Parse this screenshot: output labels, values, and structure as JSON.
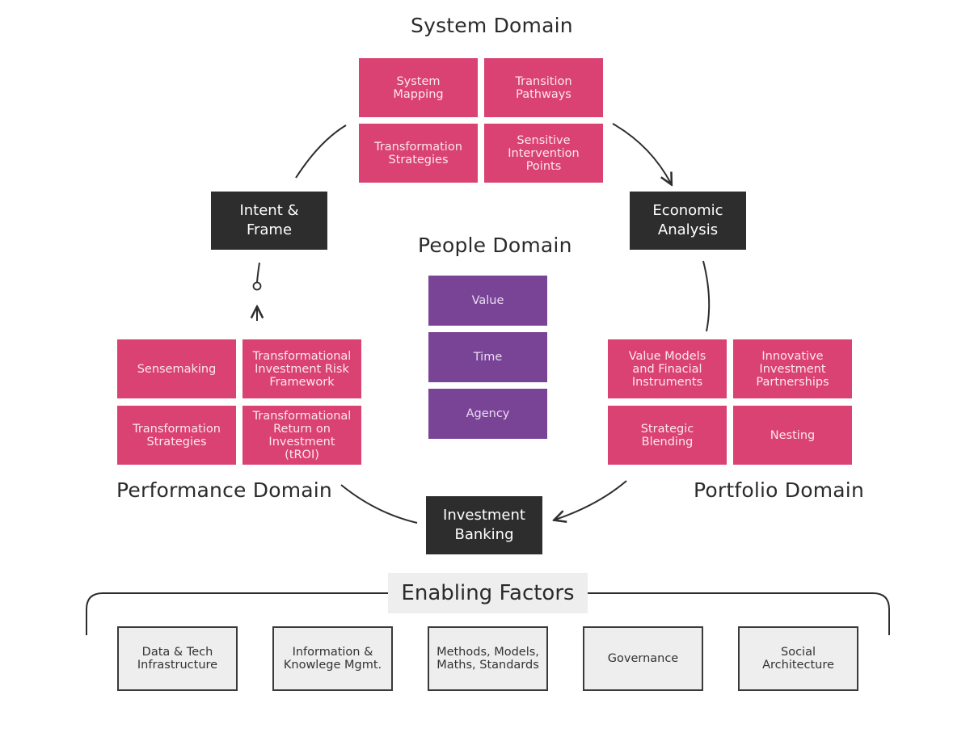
{
  "system_domain": {
    "title": "System Domain",
    "boxes": [
      "System\nMapping",
      "Transition\nPathways",
      "Transformation\nStrategies",
      "Sensitive\nIntervention\nPoints"
    ]
  },
  "people_domain": {
    "title": "People Domain",
    "boxes": [
      "Value",
      "Time",
      "Agency"
    ]
  },
  "performance_domain": {
    "title": "Performance Domain",
    "boxes": [
      "Sensemaking",
      "Transformational\nInvestment Risk\nFramework",
      "Transformation\nStrategies",
      "Transformational\nReturn on\nInvestment (tROI)"
    ]
  },
  "portfolio_domain": {
    "title": "Portfolio Domain",
    "boxes": [
      "Value Models\nand Finacial\nInstruments",
      "Innovative\nInvestment\nPartnerships",
      "Strategic\nBlending",
      "Nesting"
    ]
  },
  "nodes": {
    "intent_frame": "Intent &\nFrame",
    "economic_analysis": "Economic\nAnalysis",
    "investment_banking": "Investment\nBanking"
  },
  "enabling_factors": {
    "title": "Enabling Factors",
    "items": [
      "Data & Tech\nInfrastructure",
      "Information &\nKnowlege Mgmt.",
      "Methods, Models,\nMaths, Standards",
      "Governance",
      "Social\nArchitecture"
    ]
  },
  "colors": {
    "pink": "#d94273",
    "purple": "#7a4496",
    "dark": "#2d2d2d",
    "grey": "#eeeeee"
  }
}
